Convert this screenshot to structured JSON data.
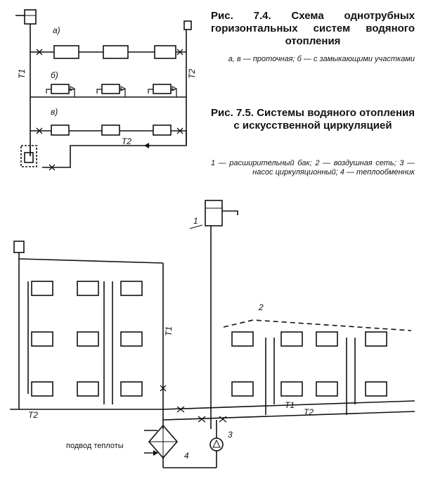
{
  "caption_7_4": {
    "title": "Рис. 7.4. Схема однотрубных горизонтальных систем водяного отопления",
    "legend": "а, в — проточная; б — с замыкающими участками"
  },
  "caption_7_5": {
    "title": "Рис. 7.5. Системы водяного отопления с искусственной циркуляцией",
    "legend": "1 — расширительный бак; 2 — воздушная сеть; 3 — насос циркуляционный; 4 — теплообменник"
  },
  "fig_7_4": {
    "variant_a": "а)",
    "variant_b": "б)",
    "variant_v": "в)",
    "supply_label": "Т1",
    "return_label": "Т2",
    "return_bottom_label": "Т2"
  },
  "fig_7_5": {
    "tank_num": "1",
    "air_num": "2",
    "pump_num": "3",
    "exchanger_num": "4",
    "heat_input": "подвод теплоты",
    "t1": "Т1",
    "t2": "Т2"
  }
}
